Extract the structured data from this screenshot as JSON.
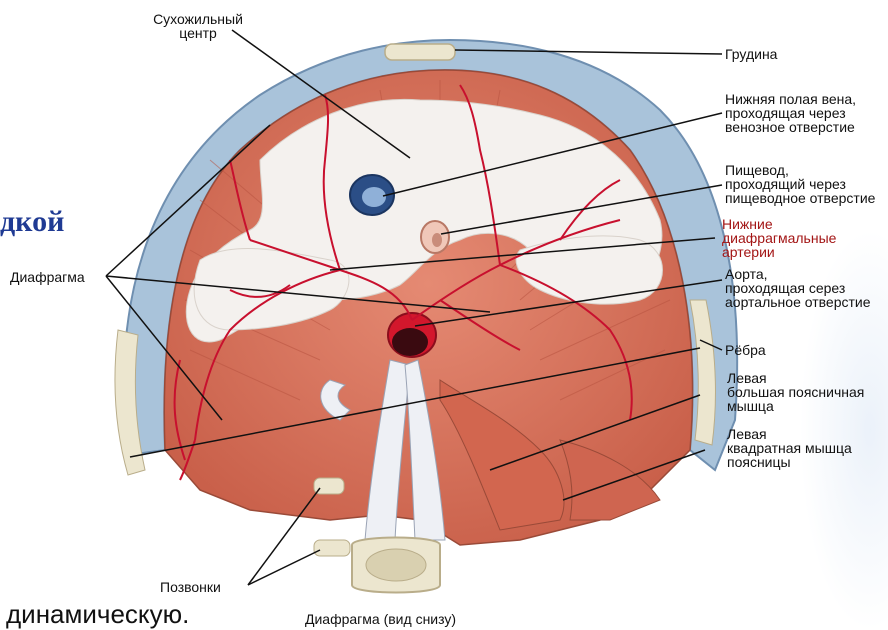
{
  "labels": {
    "central_tendon": [
      "Сухожильный",
      "центр"
    ],
    "sternum": "Грудина",
    "ivc": [
      "Нижняя полая вена,",
      "проходящая через",
      "венозное отверстие"
    ],
    "esophagus": [
      "Пищевод,",
      "проходящий через",
      "пищеводное отверстие"
    ],
    "arteries": [
      "Нижние",
      "диафрагмальные",
      "артерии"
    ],
    "aorta": [
      "Аорта,",
      "проходящая серез",
      "аортальное отверстие"
    ],
    "ribs": "Рёбра",
    "psoas": [
      "Левая",
      "большая поясничная",
      "мышца"
    ],
    "quadratus": [
      "Левая",
      "квадратная мышца",
      "поясницы"
    ],
    "diaphragm": "Диафрагма",
    "vertebrae": "Позвонки",
    "caption": "Диафрагма (вид снизу)"
  },
  "background_text": {
    "left_fragment": "дкой",
    "bottom_fragment": "динамическую."
  },
  "colors": {
    "muscle": "#d9715a",
    "tendon": "#f4f1ee",
    "bone": "#ece6cf",
    "pleura": "#a9c3da",
    "vessel": "#c8102e",
    "label_red": "#a31515"
  }
}
